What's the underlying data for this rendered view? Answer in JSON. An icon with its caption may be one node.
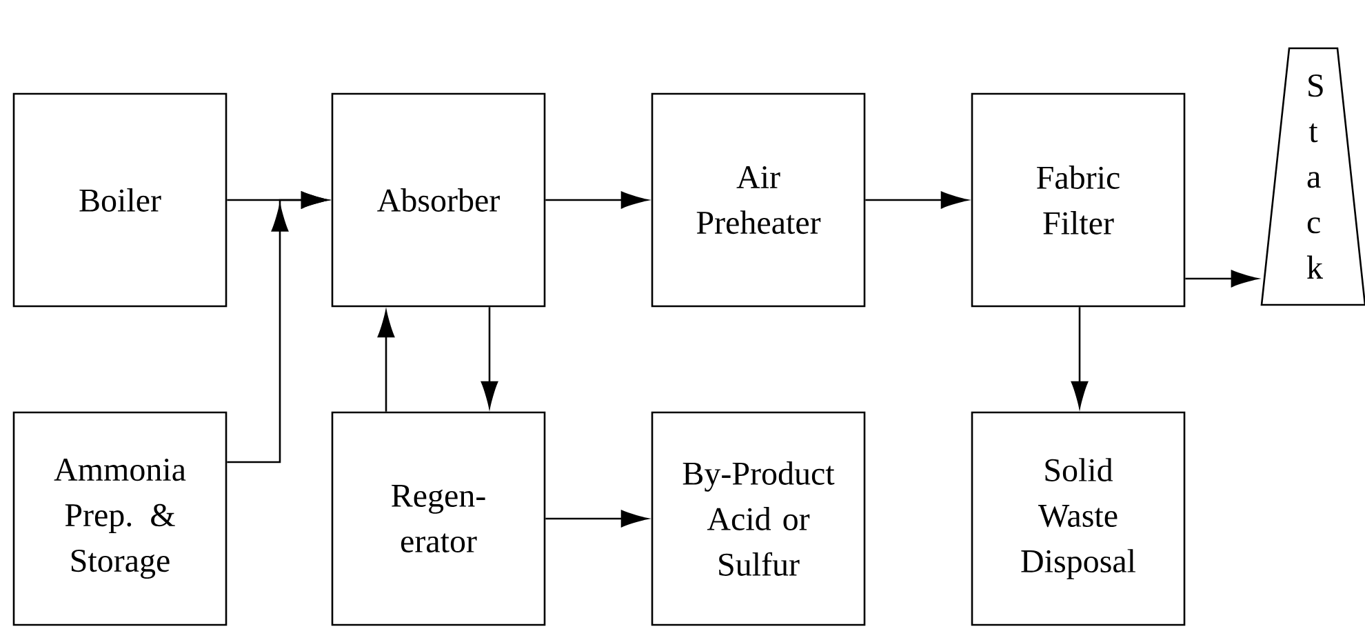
{
  "diagram": {
    "nodes": [
      {
        "text": [
          "Boiler"
        ]
      },
      {
        "text": [
          "Absorber"
        ]
      },
      {
        "text": [
          "Air Preheater"
        ]
      },
      {
        "text": [
          "Fabric Filter"
        ]
      },
      {
        "text": [
          "S t a c k"
        ]
      },
      {
        "text": [
          "Ammonia Prep. & Storage"
        ]
      },
      {
        "text": [
          "Regen- erator"
        ]
      },
      {
        "text": [
          "By-Product Acid or Sulfur"
        ]
      },
      {
        "text": [
          "Solid Waste Disposal"
        ]
      }
    ],
    "edges": [
      {
        "from": 0,
        "to": 1,
        "arrow": "to"
      },
      {
        "from": 1,
        "to": 2,
        "arrow": "to"
      },
      {
        "from": 2,
        "to": 3,
        "arrow": "to"
      },
      {
        "from": 3,
        "to": 4,
        "arrow": "to"
      },
      {
        "from": 5,
        "to": 1,
        "arrow": "to"
      },
      {
        "from": 1,
        "to": 6,
        "arrow": "to"
      },
      {
        "from": 6,
        "to": 1,
        "arrow": "to"
      },
      {
        "from": 6,
        "to": 7,
        "arrow": "to"
      },
      {
        "from": 3,
        "to": 8,
        "arrow": "to"
      }
    ]
  }
}
